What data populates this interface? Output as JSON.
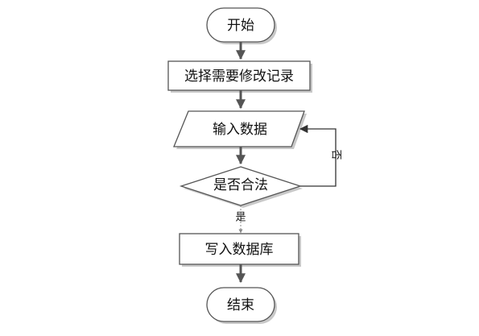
{
  "nodes": {
    "start": {
      "label": "开始"
    },
    "select": {
      "label": "选择需要修改记录"
    },
    "input": {
      "label": "输入数据"
    },
    "decision": {
      "label": "是否合法"
    },
    "write": {
      "label": "写入数据库"
    },
    "end": {
      "label": "结束"
    }
  },
  "edges": {
    "yes_label": "是",
    "no_label": "否"
  }
}
